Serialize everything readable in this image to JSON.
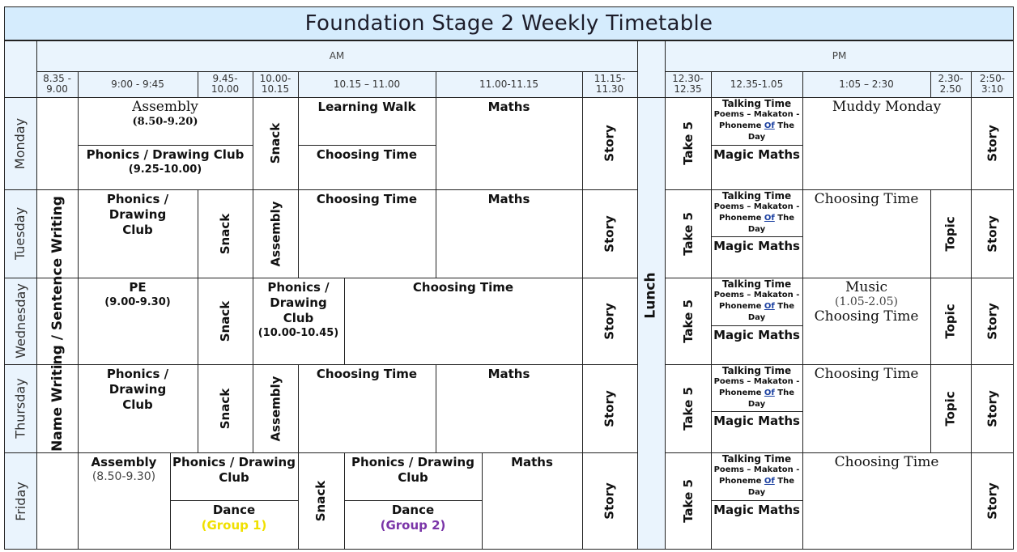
{
  "title": "Foundation Stage 2 Weekly Timetable",
  "am_label": "AM",
  "pm_label": "PM",
  "times": {
    "t1": "8.35 - 9.00",
    "t2": "9:00 - 9:45",
    "t3": "9.45- 10.00",
    "t4": "10.00- 10.15",
    "t5": "10.15 – 11.00",
    "t6": "11.00-11.15",
    "t7": "11.15- 11.30",
    "t8": "12.30- 12.35",
    "t9": "12.35-1.05",
    "t10": "1:05 – 2:30",
    "t11": "2.30- 2.50",
    "t12": "2:50- 3:10"
  },
  "days": [
    "Monday",
    "Tuesday",
    "Wednesday",
    "Thursday",
    "Friday"
  ],
  "labels": {
    "name_writing": "Name Writing / Sentence Writing",
    "lunch": "Lunch",
    "snack": "Snack",
    "story": "Story",
    "take5": "Take 5",
    "topic": "Topic",
    "assembly": "Assembly",
    "maths": "Maths",
    "choosing": "Choosing Time",
    "learning_walk": "Learning Walk",
    "phonics_drawing_club": "Phonics / Drawing Club",
    "magic_maths": "Magic Maths",
    "talking_time": "Talking Time",
    "talk_line2": "Poems – Makaton -",
    "talk_line3a": "Phoneme",
    "talk_of": "Of",
    "talk_line3b": "The",
    "talk_line4": "Day",
    "muddy_monday": "Muddy Monday",
    "pe": "PE",
    "music": "Music",
    "dance": "Dance"
  },
  "sub": {
    "mon_assembly": "(8.50-9.20)",
    "mon_phonics": "(9.25-10.00)",
    "wed_pe": "(9.00-9.30)",
    "wed_phonics": "(10.00-10.45)",
    "wed_music": "(1.05-2.05)",
    "fri_assembly": "(8.50-9.30)",
    "group1": "(Group 1)",
    "group2": "(Group 2)"
  }
}
